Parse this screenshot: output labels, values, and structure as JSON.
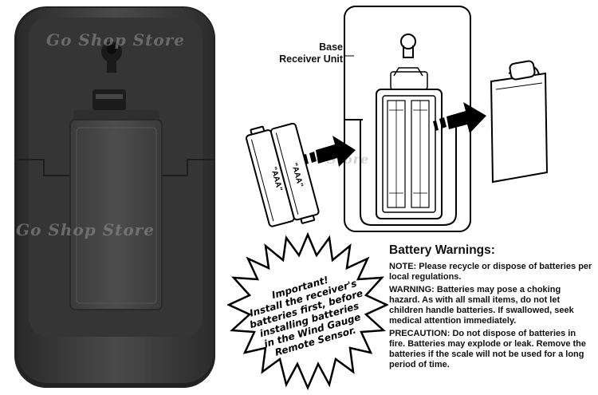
{
  "watermark": {
    "text_1": "Go Shop Store",
    "text_2": "Go Shop Store",
    "text_3": "Store"
  },
  "diagram": {
    "base_label_line1": "Base",
    "base_label_line2": "Receiver Unit",
    "battery_label_1": "\"AAA\"",
    "battery_label_2": "\"AAA\""
  },
  "callout": {
    "lines": [
      "Important!",
      "Install the receiver's",
      "batteries first, before",
      "installing batteries",
      "in the Wind Gauge",
      "Remote Sensor."
    ]
  },
  "warnings": {
    "title": "Battery Warnings:",
    "note": "NOTE: Please recycle or dispose of batteries per local regulations.",
    "warning": "WARNING: Batteries may pose a choking hazard. As with all small items, do not let children handle batteries. If swallowed, seek medical attention immediately.",
    "precaution": "PRECAUTION: Do not dispose of batteries in fire. Batteries may explode or leak. Remove the batteries if the scale will not be used for a long period of time."
  },
  "colors": {
    "device_body": "#3a3a3a",
    "device_edge": "#262626",
    "outline": "#000000",
    "background": "#ffffff"
  },
  "icons": [
    "keyhole-icon",
    "arrow-right-icon",
    "battery-icon",
    "starburst-icon"
  ]
}
